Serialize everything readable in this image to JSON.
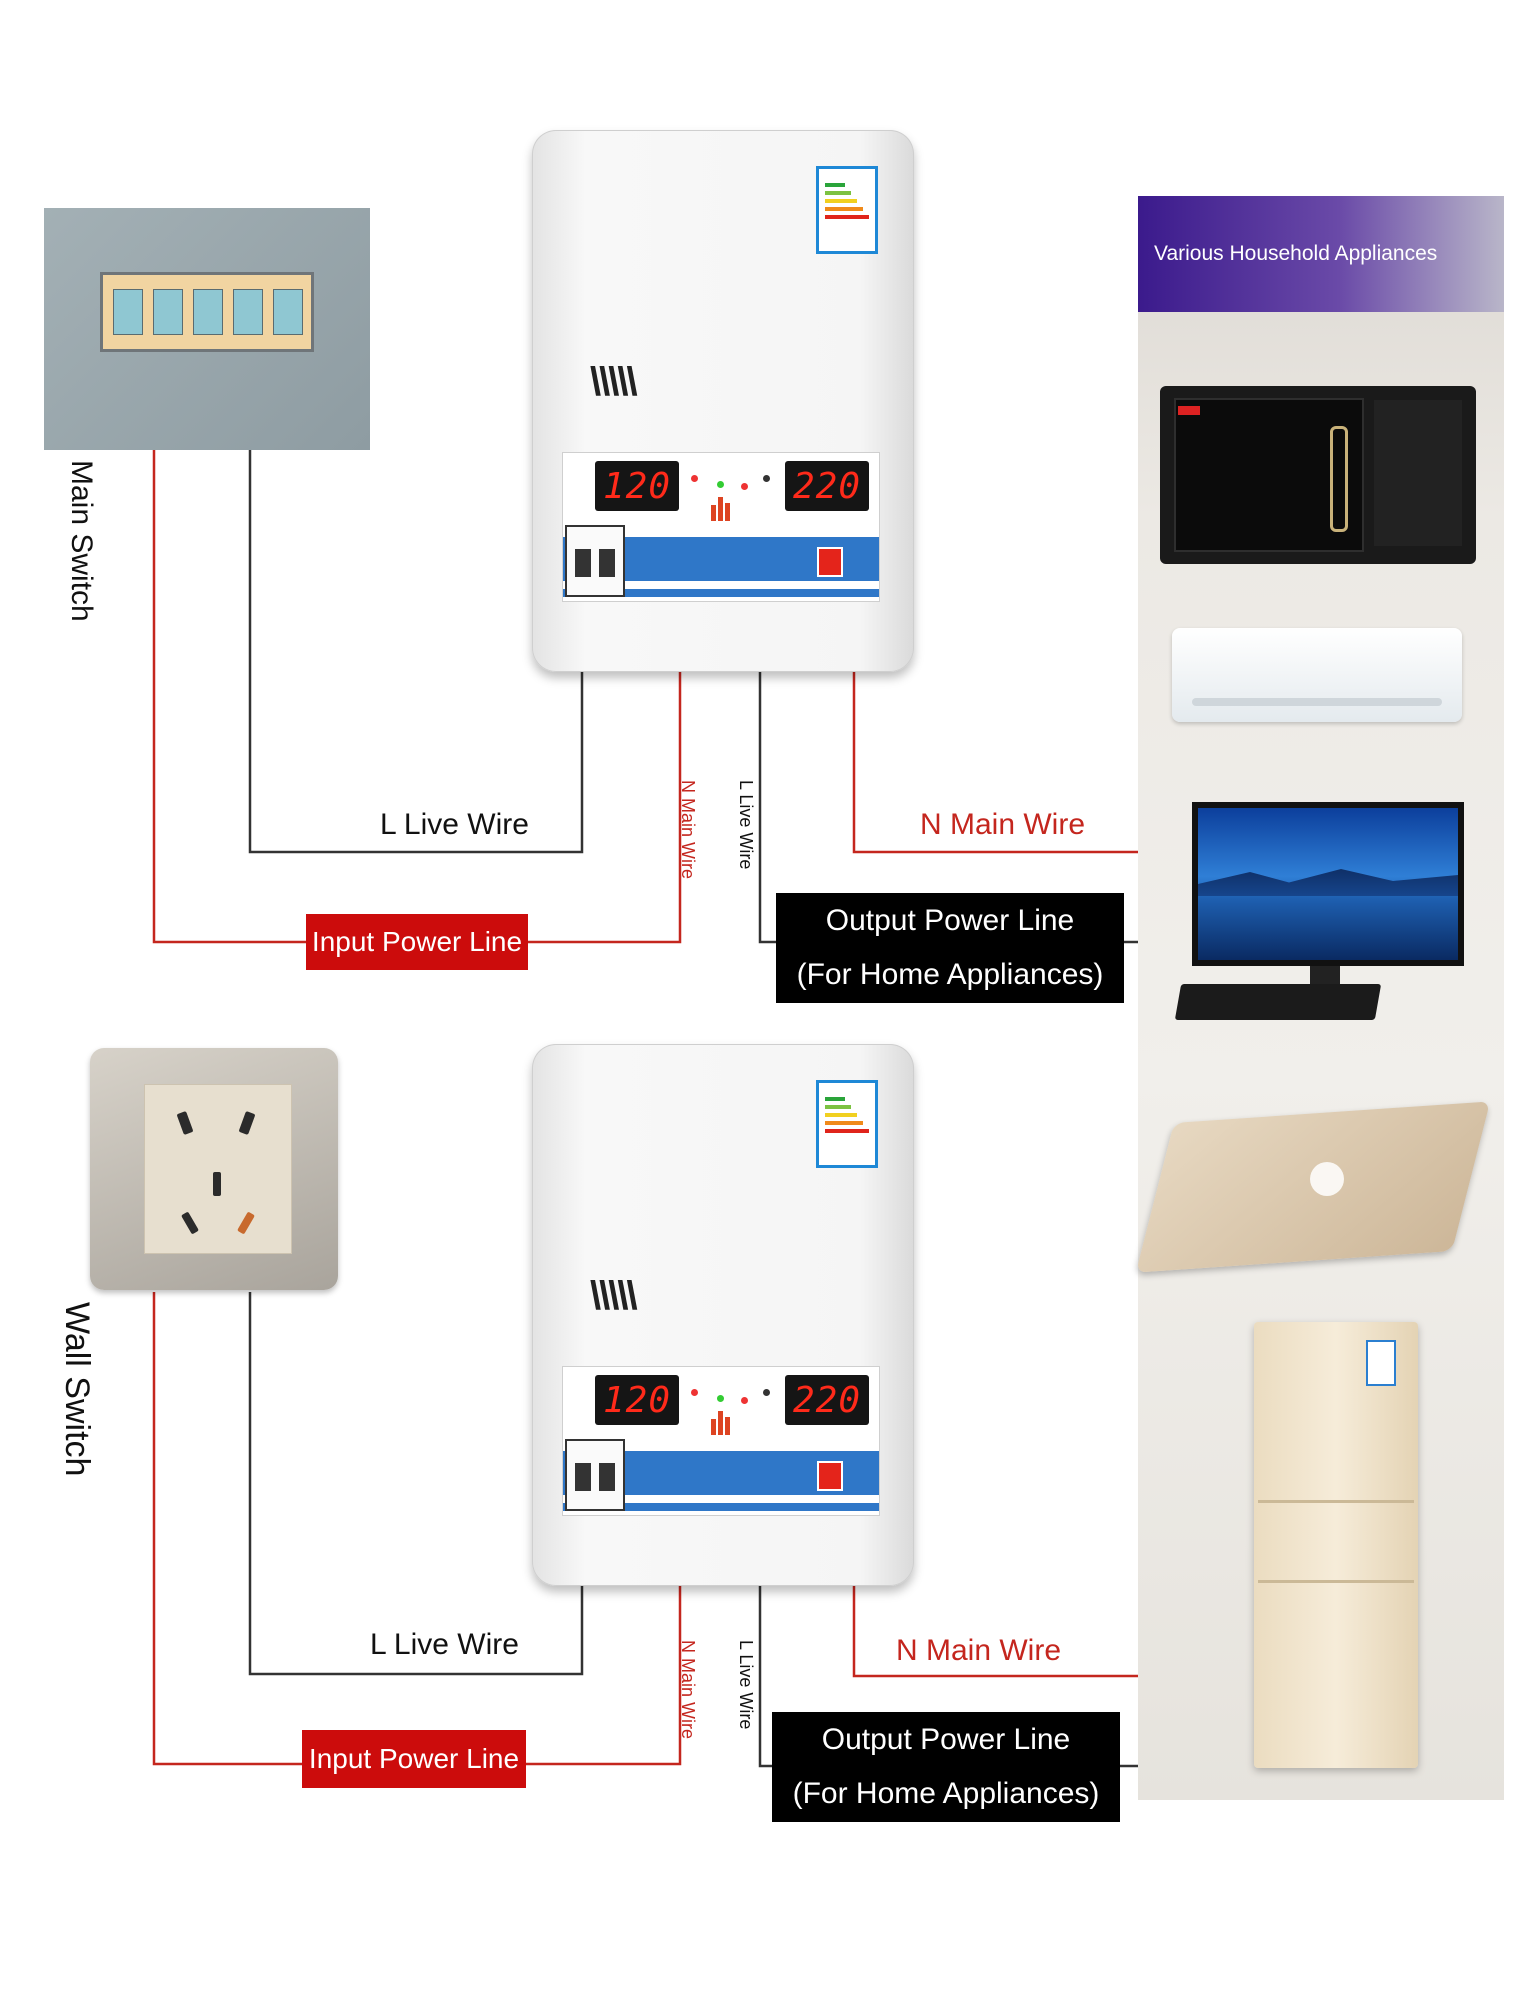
{
  "panel": {
    "title": "Various Household Appliances"
  },
  "top": {
    "source_label": "Main Switch",
    "live_wire_in": "L Live Wire",
    "neutral_in": "N Main Wire",
    "live_wire_out": "L Live Wire",
    "neutral_out": "N Main Wire",
    "input_box": "Input Power Line",
    "output_box_line1": "Output Power Line",
    "output_box_line2": "(For Home Appliances)",
    "display_in": "120",
    "display_out": "220"
  },
  "bottom": {
    "source_label": "Wall Switch",
    "live_wire_in": "L Live Wire",
    "neutral_in": "N Main Wire",
    "live_wire_out": "L Live Wire",
    "neutral_out": "N Main Wire",
    "input_box": "Input Power Line",
    "output_box_line1": "Output Power Line",
    "output_box_line2": "(For Home Appliances)",
    "display_in": "120",
    "display_out": "220"
  },
  "colors": {
    "live_wire": "#333333",
    "neutral_wire": "#c4261e",
    "input_box": "#cc0c0c",
    "output_box": "#000000",
    "panel_header": "#3b1a8c"
  }
}
